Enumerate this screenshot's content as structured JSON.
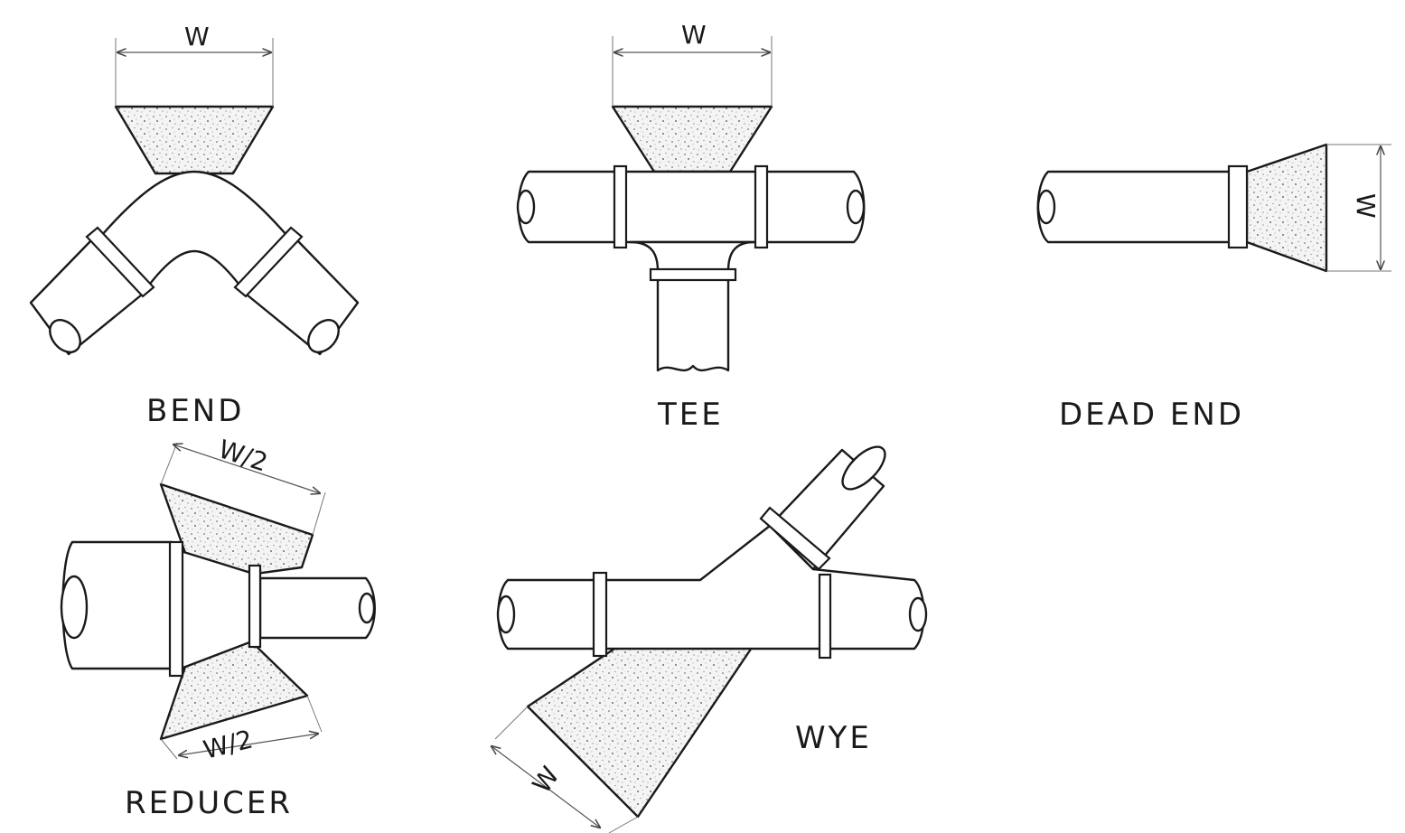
{
  "labels": {
    "bend": "BEND",
    "tee": "TEE",
    "dead_end": "DEAD END",
    "reducer": "REDUCER",
    "wye": "WYE"
  },
  "dimensions": {
    "bend_width": "W",
    "tee_width": "W",
    "dead_end_width": "W",
    "reducer_top": "W/2",
    "reducer_bottom": "W/2",
    "wye_width": "W"
  }
}
